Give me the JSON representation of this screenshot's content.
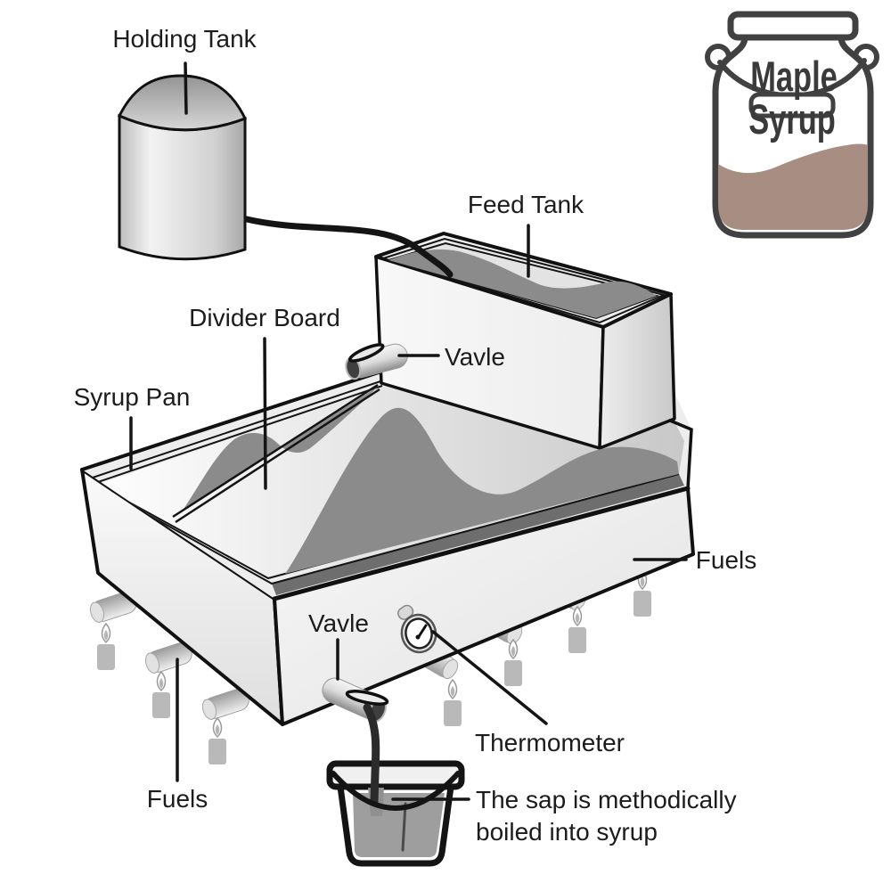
{
  "diagram": {
    "labels": {
      "holding_tank": "Holding Tank",
      "feed_tank": "Feed Tank",
      "divider_board": "Divider Board",
      "syrup_pan": "Syrup Pan",
      "valve_top": "Vavle",
      "valve_bottom": "Vavle",
      "fuels_right": "Fuels",
      "fuels_left": "Fuels",
      "thermometer": "Thermometer",
      "caption_line1": "The sap is methodically",
      "caption_line2": "boiled into syrup"
    },
    "logo": {
      "word1": "Maple",
      "word2": "Syrup"
    },
    "colors": {
      "sap_wave": "#8b8b8b",
      "inner_wall": "#6e6e6e",
      "syrup": "#a78d82",
      "stream": "#2b2b2b"
    }
  }
}
